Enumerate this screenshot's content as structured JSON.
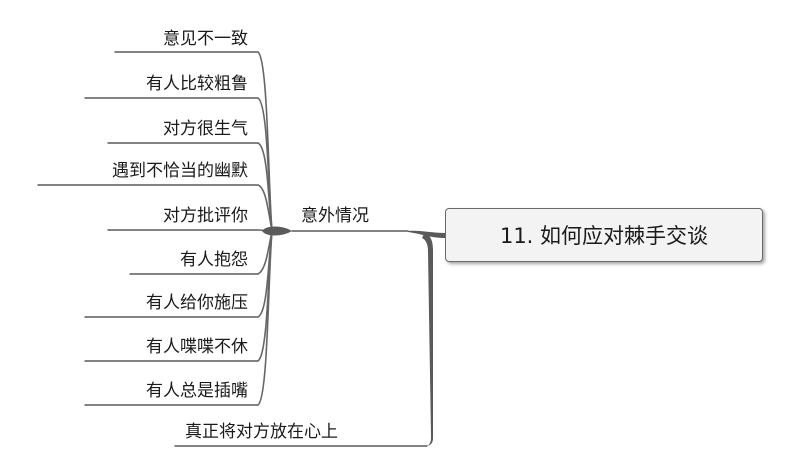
{
  "root": {
    "title": "11. 如何应对棘手交谈"
  },
  "branches": {
    "unexpected": {
      "label": "意外情况",
      "children": [
        "意见不一致",
        "有人比较粗鲁",
        "对方很生气",
        "遇到不恰当的幽默",
        "对方批评你",
        "有人抱怨",
        "有人给你施压",
        "有人喋喋不休",
        "有人总是插嘴"
      ]
    },
    "care": {
      "label": "真正将对方放在心上"
    }
  },
  "colors": {
    "line": "#666666",
    "node_fill": "#f3f3f3",
    "node_border": "#6a6a6a",
    "text": "#1a1a1a"
  }
}
